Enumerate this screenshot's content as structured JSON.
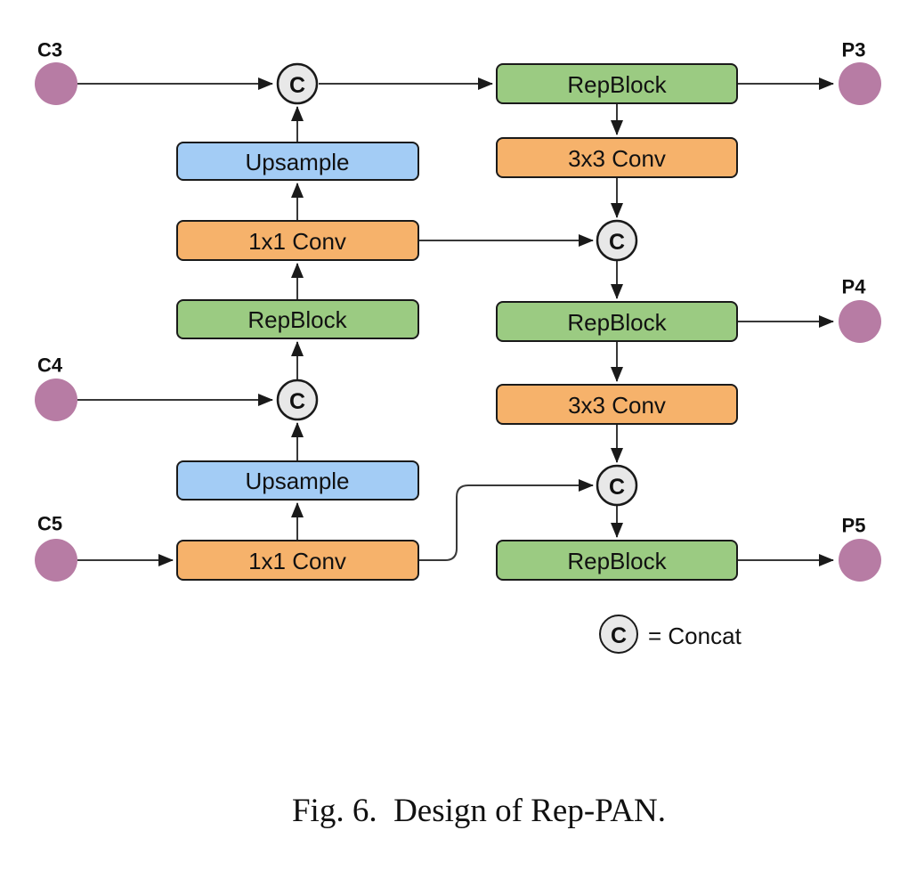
{
  "colors": {
    "io_fill": "#B77CA4",
    "green": "#9BCB82",
    "blue": "#A3CCF5",
    "orange": "#F6B26B",
    "concat_fill": "#E8E8E8",
    "stroke": "#1A1A1A",
    "line": "#383838",
    "text": "#111111"
  },
  "io_nodes": {
    "c3": "C3",
    "c4": "C4",
    "c5": "C5",
    "p3": "P3",
    "p4": "P4",
    "p5": "P5"
  },
  "blocks": {
    "upsample_top": "Upsample",
    "conv1x1_top": "1x1 Conv",
    "repblock_left": "RepBlock",
    "upsample_bottom": "Upsample",
    "conv1x1_bottom": "1x1 Conv",
    "repblock_p3": "RepBlock",
    "conv3x3_top": "3x3 Conv",
    "repblock_p4": "RepBlock",
    "conv3x3_bottom": "3x3 Conv",
    "repblock_p5": "RepBlock"
  },
  "concat": {
    "symbol": "C"
  },
  "legend": {
    "symbol": "C",
    "definition": "= Concat"
  },
  "caption": {
    "text": "Fig. 6.  Design of Rep-PAN."
  }
}
